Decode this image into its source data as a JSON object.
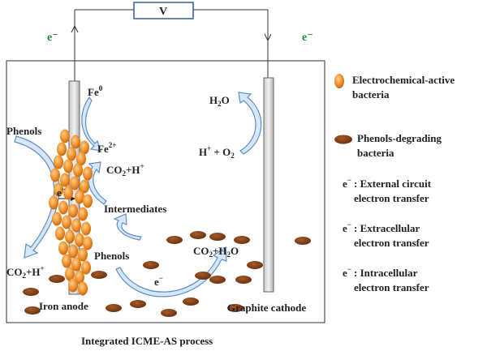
{
  "voltmeter": {
    "label": "V"
  },
  "circuit": {
    "electron_left": "e⁻",
    "electron_right": "e⁻"
  },
  "colors": {
    "electroactive_bacteria": "#f0922e",
    "phenol_degrading_bacteria": "#7a3a12",
    "external_electron": "#1b8a3a",
    "extracellular_electron": "#222222",
    "intracellular_electron": "#c0201c",
    "flow_arrow": "#5b8fc7"
  },
  "anode": {
    "fe0": "Fe⁰",
    "fe2": "Fe²⁺",
    "co2_h_top": "CO₂+H⁺",
    "intermediates": "Intermediates",
    "phenols_in": "Phenols",
    "co2_h_bottom": "CO₂+H⁺",
    "electron": "e⁻",
    "label": "Iron  anode"
  },
  "cathode": {
    "h2o": "H₂O",
    "h_o2": "H⁺ + O₂",
    "label": "Graphite cathode"
  },
  "solution": {
    "phenols": "Phenols",
    "co2_h2o": "CO₂+H₂O",
    "electron": "e⁻"
  },
  "legend": {
    "items": [
      {
        "icon": "orange-bacterium",
        "line1": "Electrochemical-active",
        "line2": "bacteria"
      },
      {
        "icon": "brown-bacterium",
        "line1": "Phenols-degrading",
        "line2": "bacteria"
      },
      {
        "sym": "e⁻",
        "line1": ": External circuit",
        "line2": "electron transfer"
      },
      {
        "sym": "e⁻",
        "line1": ": Extracellular",
        "line2": "electron transfer"
      },
      {
        "sym": "e⁻",
        "line1": ": Intracellular",
        "line2": "electron transfer"
      }
    ]
  },
  "caption": "Integrated ICME-AS process"
}
